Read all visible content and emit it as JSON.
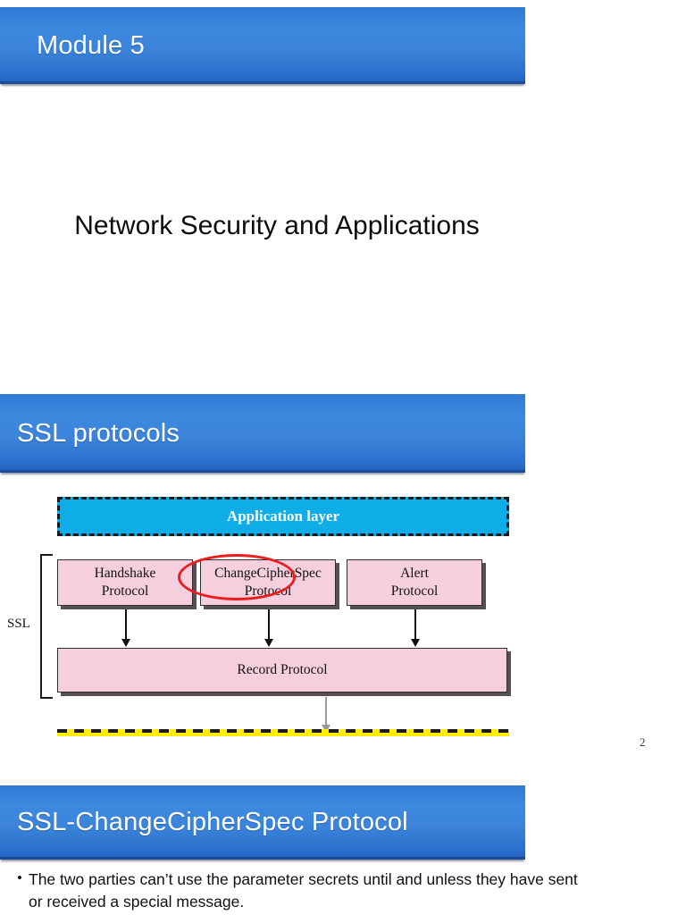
{
  "slides": [
    {
      "header": "Module 5",
      "center_title": "Network Security and Applications"
    },
    {
      "header": "SSL protocols",
      "slide_number": "2",
      "diagram": {
        "application_layer": "Application layer",
        "bracket_label": "SSL",
        "protocols": [
          {
            "line1": "Handshake",
            "line2": "Protocol"
          },
          {
            "line1": "ChangeCipherSpec",
            "line2": "Protocol"
          },
          {
            "line1": "Alert",
            "line2": "Protocol"
          }
        ],
        "record_protocol": "Record Protocol",
        "highlight_target": "ChangeCipherSpec Protocol"
      }
    },
    {
      "header": "SSL-ChangeCipherSpec Protocol",
      "bullets": [
        {
          "marker": "•",
          "text": "The two parties can’t use the parameter secrets until and unless they have sent or received a special message."
        }
      ]
    }
  ],
  "colors": {
    "header_blue": "#3b84da",
    "application_layer_cyan": "#0fade8",
    "protocol_pink": "#f6cfdf",
    "highlight_red": "#e81f1f",
    "transport_yellow": "#ffec00"
  }
}
